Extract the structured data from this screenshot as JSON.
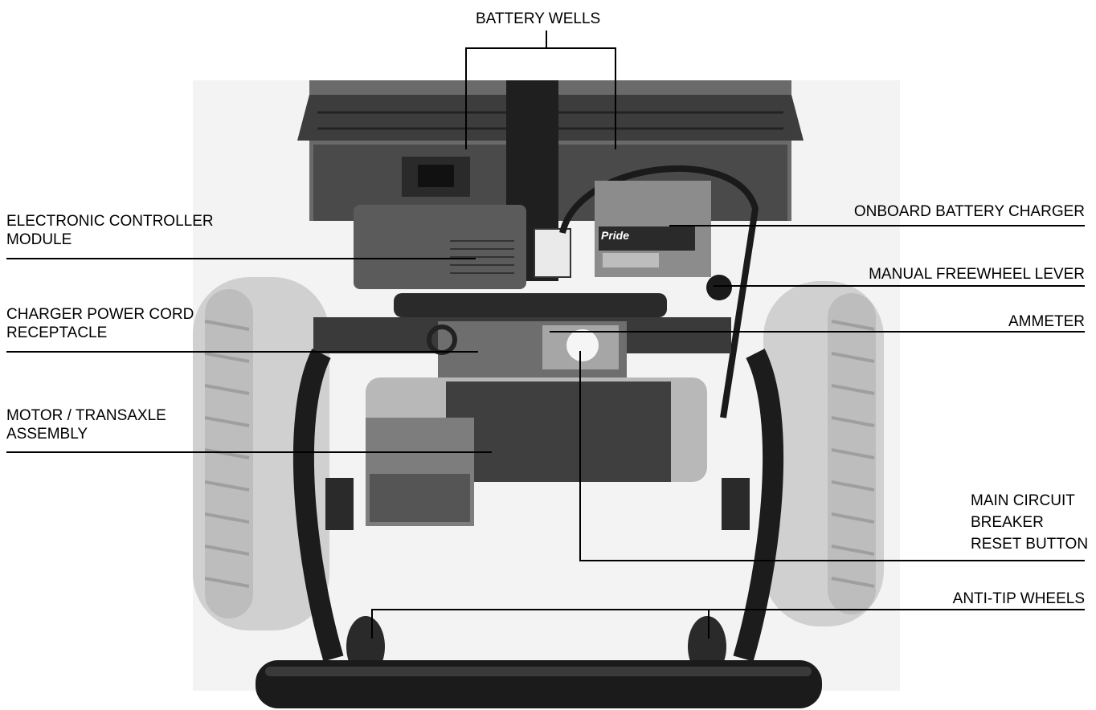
{
  "diagram": {
    "labels": {
      "battery_wells": "BATTERY WELLS",
      "electronic_controller": [
        "ELECTRONIC CONTROLLER",
        "MODULE"
      ],
      "onboard_charger": "ONBOARD BATTERY CHARGER",
      "manual_freewheel": "MANUAL FREEWHEEL LEVER",
      "charger_receptacle": [
        "CHARGER POWER CORD",
        "RECEPTACLE"
      ],
      "ammeter": "AMMETER",
      "motor_transaxle": [
        "MOTOR / TRANSAXLE",
        "ASSEMBLY"
      ],
      "circuit_breaker": [
        "MAIN CIRCUIT",
        "BREAKER",
        "RESET BUTTON"
      ],
      "anti_tip_wheels": "ANTI-TIP WHEELS"
    },
    "charger_brand": "Pride"
  },
  "colors": {
    "line": "#000000",
    "tire": "#c9c9c9",
    "metal": "#2b2b2b",
    "motor": "#9a9a9a"
  }
}
